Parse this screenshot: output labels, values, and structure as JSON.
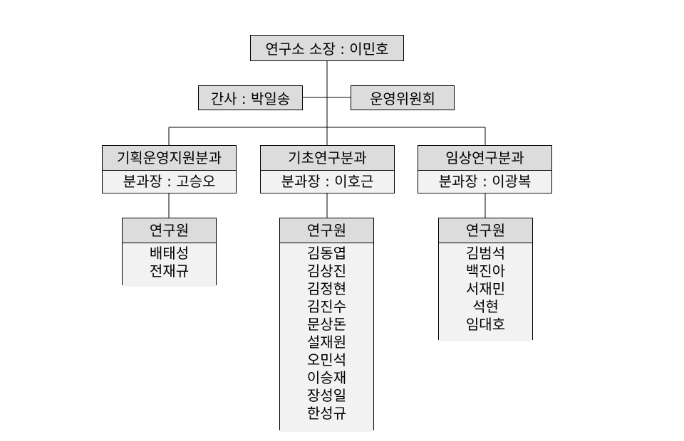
{
  "director": "연구소 소장 : 이민호",
  "secretary": "간사 : 박일송",
  "committee": "운영위원회",
  "divisions": [
    {
      "name": "기획운영지원분과",
      "head": "분과장 : 고승오",
      "team_label": "연구원",
      "members": [
        "배태성",
        "전재규"
      ]
    },
    {
      "name": "기초연구분과",
      "head": "분과장 : 이호근",
      "team_label": "연구원",
      "members": [
        "김동엽",
        "김상진",
        "김정현",
        "김진수",
        "문상돈",
        "설재원",
        "오민석",
        "이승재",
        "장성일",
        "한성규"
      ]
    },
    {
      "name": "임상연구분과",
      "head": "분과장 : 이광복",
      "team_label": "연구원",
      "members": [
        "김범석",
        "백진아",
        "서재민",
        "석현",
        "임대호"
      ]
    }
  ]
}
